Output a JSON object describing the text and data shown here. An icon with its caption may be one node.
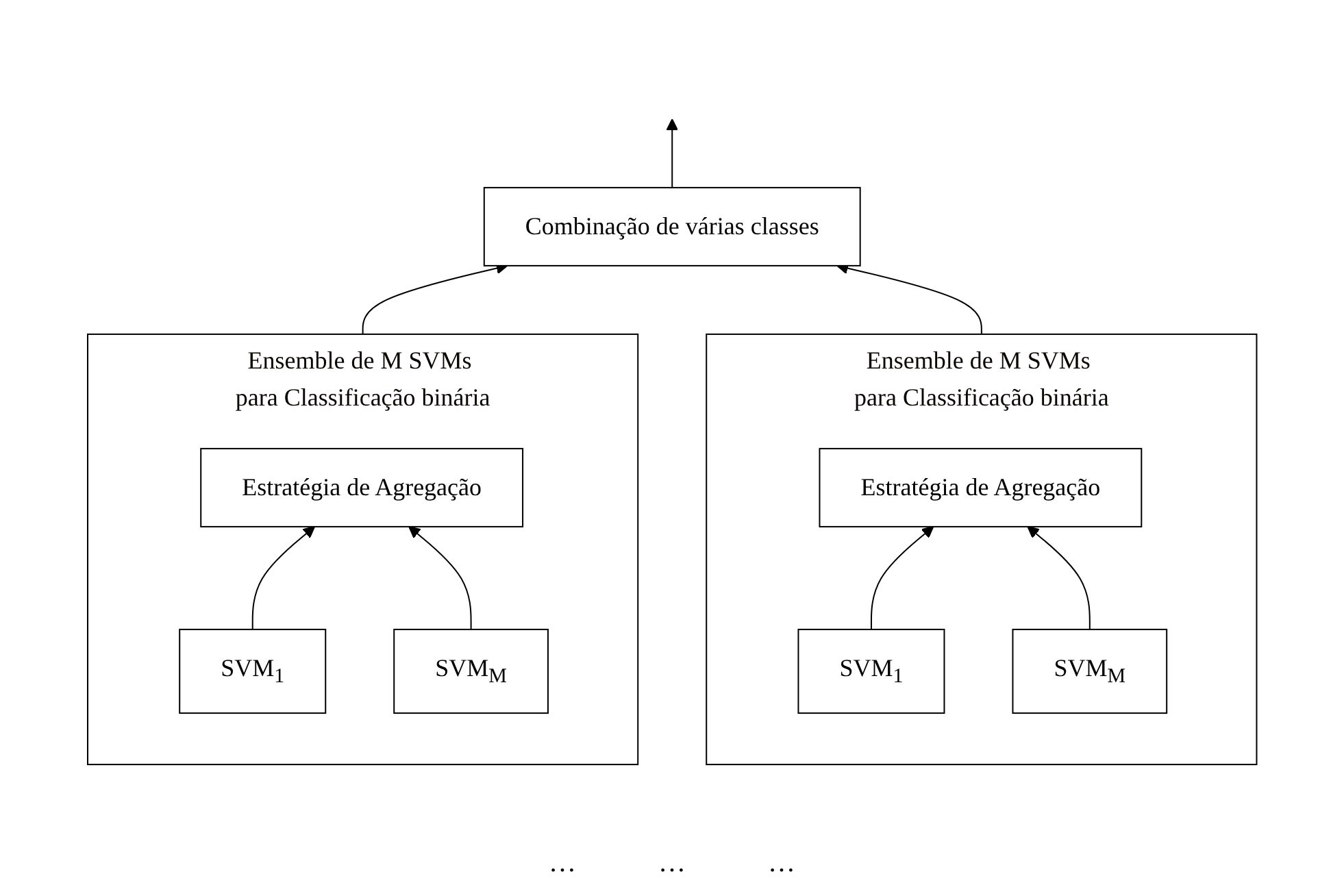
{
  "diagram": {
    "nodes": [
      {
        "text": [
          "Combinação de várias classes"
        ]
      },
      {
        "text": [
          "Ensemble de M SVMs para Classificação binária"
        ]
      },
      {
        "text": [
          "Estratégia de Agregação"
        ],
        "in": 1
      },
      {
        "text": [
          "SVM$_{1}$"
        ],
        "in": 1
      },
      {
        "text": [
          "SVM$_{M}$"
        ],
        "in": 1
      },
      {
        "text": [
          "Ensemble de M SVMs para Classificação binária"
        ]
      },
      {
        "text": [
          "Estratégia de Agregação"
        ],
        "in": 5
      },
      {
        "text": [
          "SVM$_{1}$"
        ],
        "in": 5
      },
      {
        "text": [
          "SVM$_{M}$"
        ],
        "in": 5
      }
    ],
    "edges": [
      {
        "from": 0,
        "to": null,
        "arrow": "to"
      },
      {
        "from": 1,
        "to": 0,
        "arrow": "to"
      },
      {
        "from": 5,
        "to": 0,
        "arrow": "to"
      },
      {
        "from": 3,
        "to": 2,
        "arrow": "to"
      },
      {
        "from": 4,
        "to": 2,
        "arrow": "to"
      },
      {
        "from": 7,
        "to": 6,
        "arrow": "to"
      },
      {
        "from": 8,
        "to": 6,
        "arrow": "to"
      }
    ],
    "labels": [
      "…",
      "…",
      "…"
    ]
  }
}
